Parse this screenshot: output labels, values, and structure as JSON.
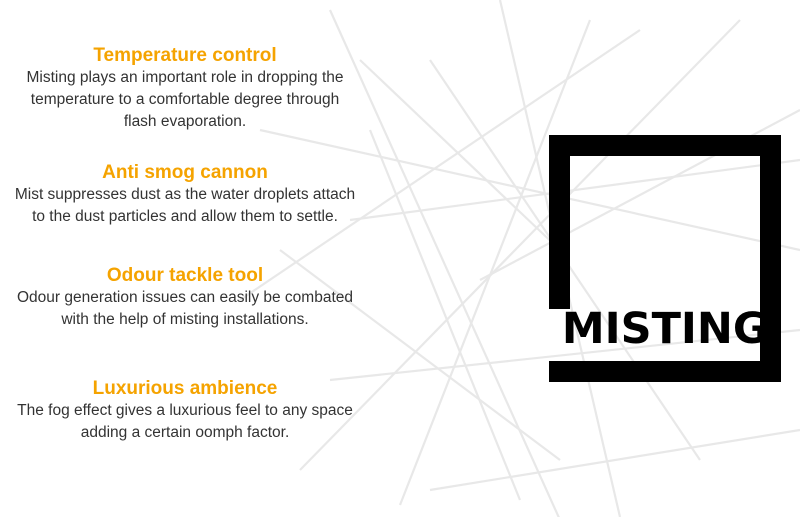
{
  "features": [
    {
      "title": "Temperature control",
      "lines": [
        "Misting plays an important role in dropping the",
        "temperature to a comfortable degree through",
        "flash evaporation."
      ]
    },
    {
      "title": "Anti smog cannon",
      "lines": [
        "Mist suppresses dust as the water droplets attach",
        "to the dust particles and allow them to settle."
      ]
    },
    {
      "title": "Odour tackle tool",
      "lines": [
        "Odour generation issues can easily be combated",
        "with the help of misting installations."
      ]
    },
    {
      "title": "Luxurious ambience",
      "lines": [
        "The fog effect gives a luxurious feel to any space",
        "adding a certain oomph factor."
      ]
    }
  ],
  "logo": {
    "word": "MISTING"
  },
  "colors": {
    "heading": "#f5a300",
    "body_text": "#333333",
    "logo": "#000000",
    "background_lines": "#e6e6e6"
  }
}
